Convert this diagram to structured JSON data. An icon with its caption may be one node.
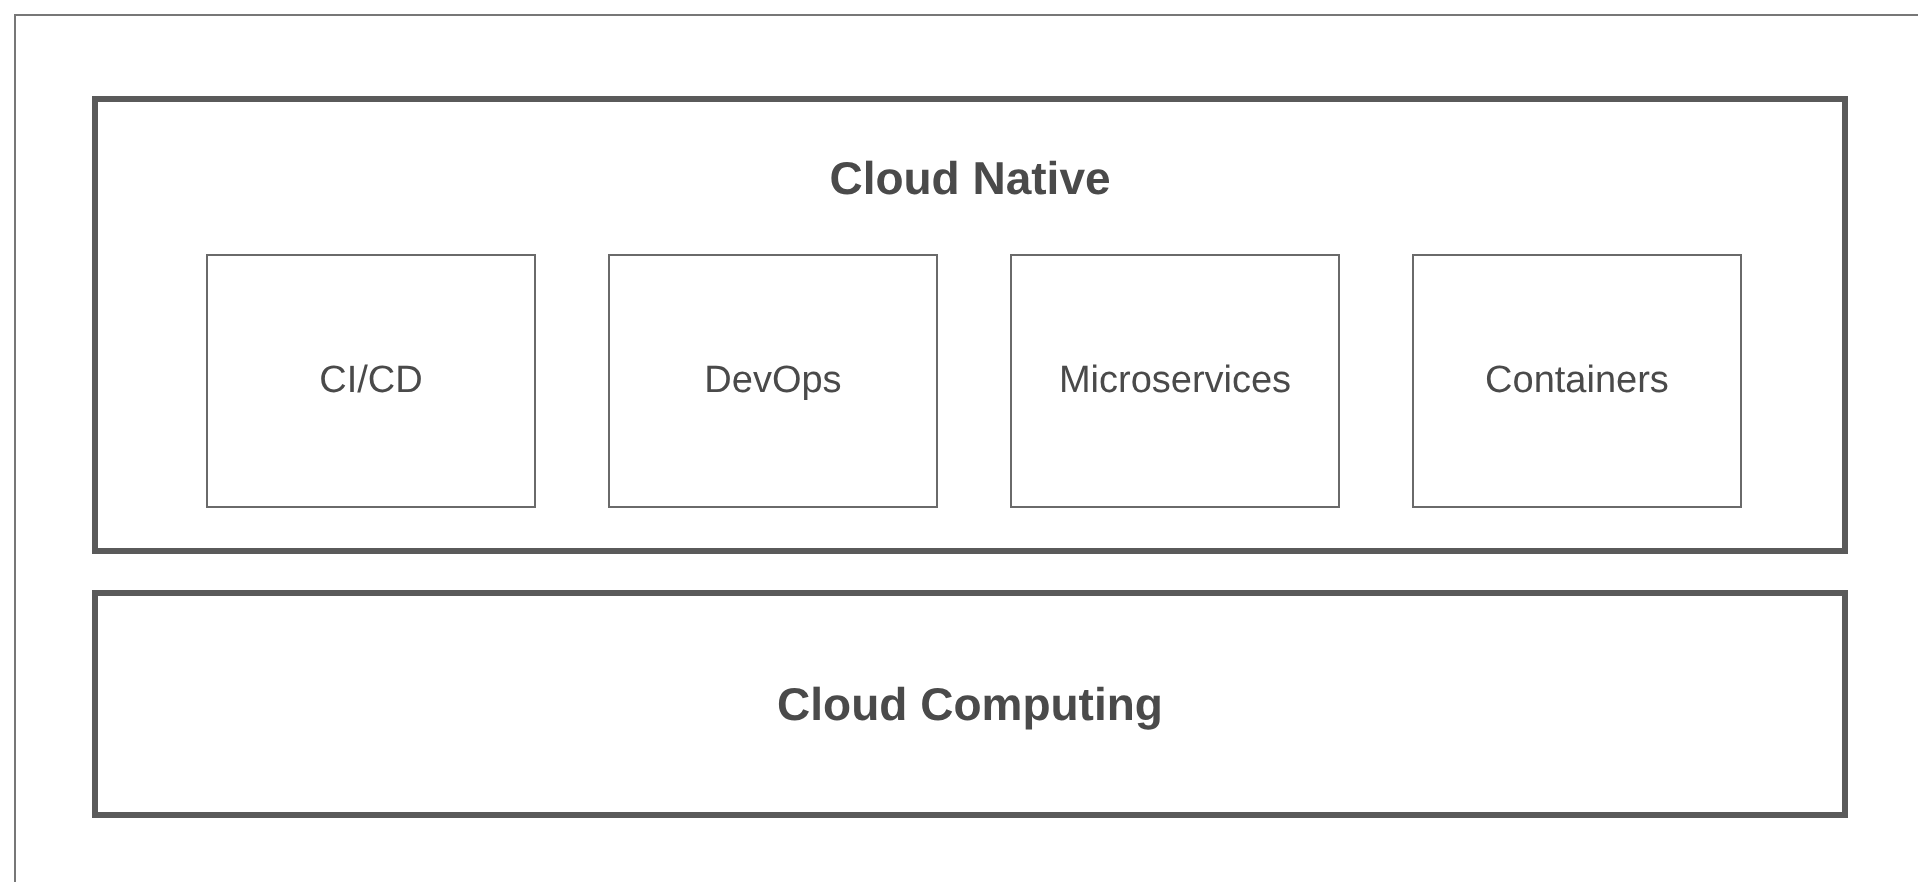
{
  "diagram": {
    "nodes": [
      {
        "text": [
          "Cloud Native"
        ]
      },
      {
        "text": [
          "CI/CD"
        ],
        "in": 0
      },
      {
        "text": [
          "DevOps"
        ],
        "in": 0
      },
      {
        "text": [
          "Microservices"
        ],
        "in": 0
      },
      {
        "text": [
          "Containers"
        ],
        "in": 0
      },
      {
        "text": [
          "Cloud Computing"
        ]
      }
    ]
  }
}
